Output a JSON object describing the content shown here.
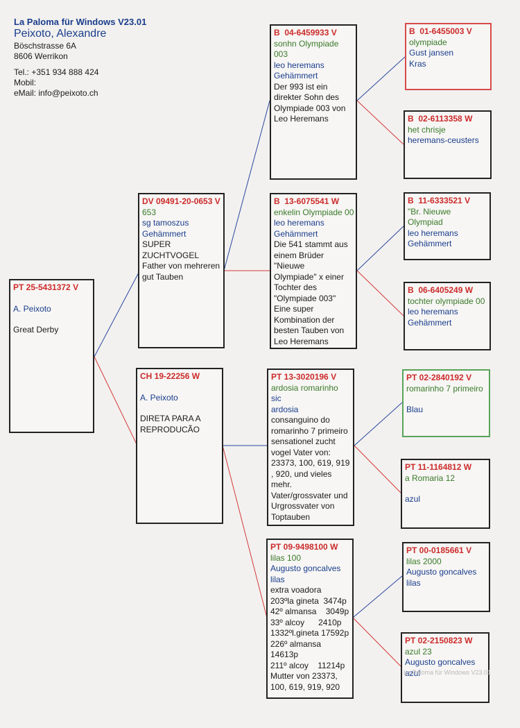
{
  "header": {
    "app_title": "La Paloma für Windows V23.01",
    "owner_name": "Peixoto, Alexandre",
    "street": "Böschstrasse 6A",
    "city": "8606 Werrikon",
    "tel": "Tel.: +351 934 888 424",
    "mobil": "Mobil:",
    "email": "eMail: info@peixoto.ch"
  },
  "pigeons": {
    "subject": {
      "ring": "PT 25-5431372 V",
      "line1": "A. Peixoto",
      "line2": "Great Derby"
    },
    "father": {
      "ring": "DV 09491-20-0653 V",
      "lines": [
        "653",
        "sg tamoszus",
        "Gehämmert",
        "SUPER",
        "ZUCHTVOGEL",
        "Father von mehreren",
        "gut Tauben"
      ]
    },
    "mother": {
      "ring": "CH 19-22256 W",
      "line1": "A. Peixoto",
      "line2": "DIRETA PARA A",
      "line3": "REPRODUCÃO"
    },
    "ff": {
      "ring": "B  04-6459933 V",
      "lines": [
        "sonhn Olympiade",
        "003",
        "leo heremans",
        "Gehämmert",
        "Der 993 ist ein",
        "direkter Sohn des",
        "Olympiade 003 von",
        "Leo Heremans"
      ]
    },
    "fm": {
      "ring": "B  13-6075541 W",
      "lines": [
        "enkelin Olympiade 00",
        "leo heremans",
        "Gehämmert",
        "Die 541 stammt aus",
        "einem Brüder",
        "\"Nieuwe",
        "Olympiade\" x einer",
        "Tochter des",
        "\"Olympiade 003\"",
        "Eine super",
        "Kombination der",
        "besten Tauben von",
        "Leo Heremans"
      ]
    },
    "mf": {
      "ring": "PT 13-3020196 V",
      "lines": [
        "ardosia romarinho",
        "sic",
        "ardosia",
        "consanguino do",
        "romarinho 7 primeiro",
        "sensationel zucht",
        "vogel Vater von:",
        "23373, 100, 619, 919",
        ", 920, und vieles",
        "mehr.",
        "Vater/grossvater und",
        "Urgrossvater von",
        "Toptauben"
      ]
    },
    "mm": {
      "ring": "PT 09-9498100 W",
      "lines": [
        "lilas 100",
        "Augusto goncalves",
        "lilas",
        "extra voadora",
        "203ºla gineta  3474p",
        "42º almansa    3049p",
        "33º alcoy      2410p",
        "1332ºl.gineta 17592p",
        "226º almansa",
        "14613p",
        "211º alcoy    11214p",
        "Mutter von 23373,",
        "100, 619, 919, 920"
      ]
    },
    "fff": {
      "ring": "B  01-6455003 V",
      "lines": [
        "olympiade",
        "Gust jansen",
        "Kras"
      ]
    },
    "ffm": {
      "ring": "B  02-6113358 W",
      "lines": [
        "het chrisje",
        "heremans-ceusters"
      ]
    },
    "fmf": {
      "ring": "B  11-6333521 V",
      "lines": [
        "\"Br. Nieuwe",
        "Olympiad",
        "leo heremans",
        "Gehämmert"
      ]
    },
    "fmm": {
      "ring": "B  06-6405249 W",
      "lines": [
        "tochter olympiade 00",
        "leo heremans",
        "Gehämmert"
      ]
    },
    "mff": {
      "ring": "PT 02-2840192 V",
      "lines": [
        "romarinho 7 primeiro",
        "",
        "Blau"
      ]
    },
    "mfm": {
      "ring": "PT 11-1164812 W",
      "lines": [
        "a Romaria 12",
        "",
        "azul"
      ]
    },
    "mmf": {
      "ring": "PT 00-0185661 V",
      "lines": [
        "lilas 2000",
        "Augusto goncalves",
        "lilas"
      ]
    },
    "mmm": {
      "ring": "PT 02-2150823 W",
      "lines": [
        "azul 23",
        "Augusto goncalves",
        "azul"
      ]
    }
  },
  "watermark": "La Paloma für Windows V23.01",
  "colors": {
    "ring": "#cc2b2b",
    "green_text": "#3a7a2a",
    "blue_text": "#1a3d8c",
    "father_line": "#2a46a0",
    "mother_line": "#d43a3a"
  }
}
